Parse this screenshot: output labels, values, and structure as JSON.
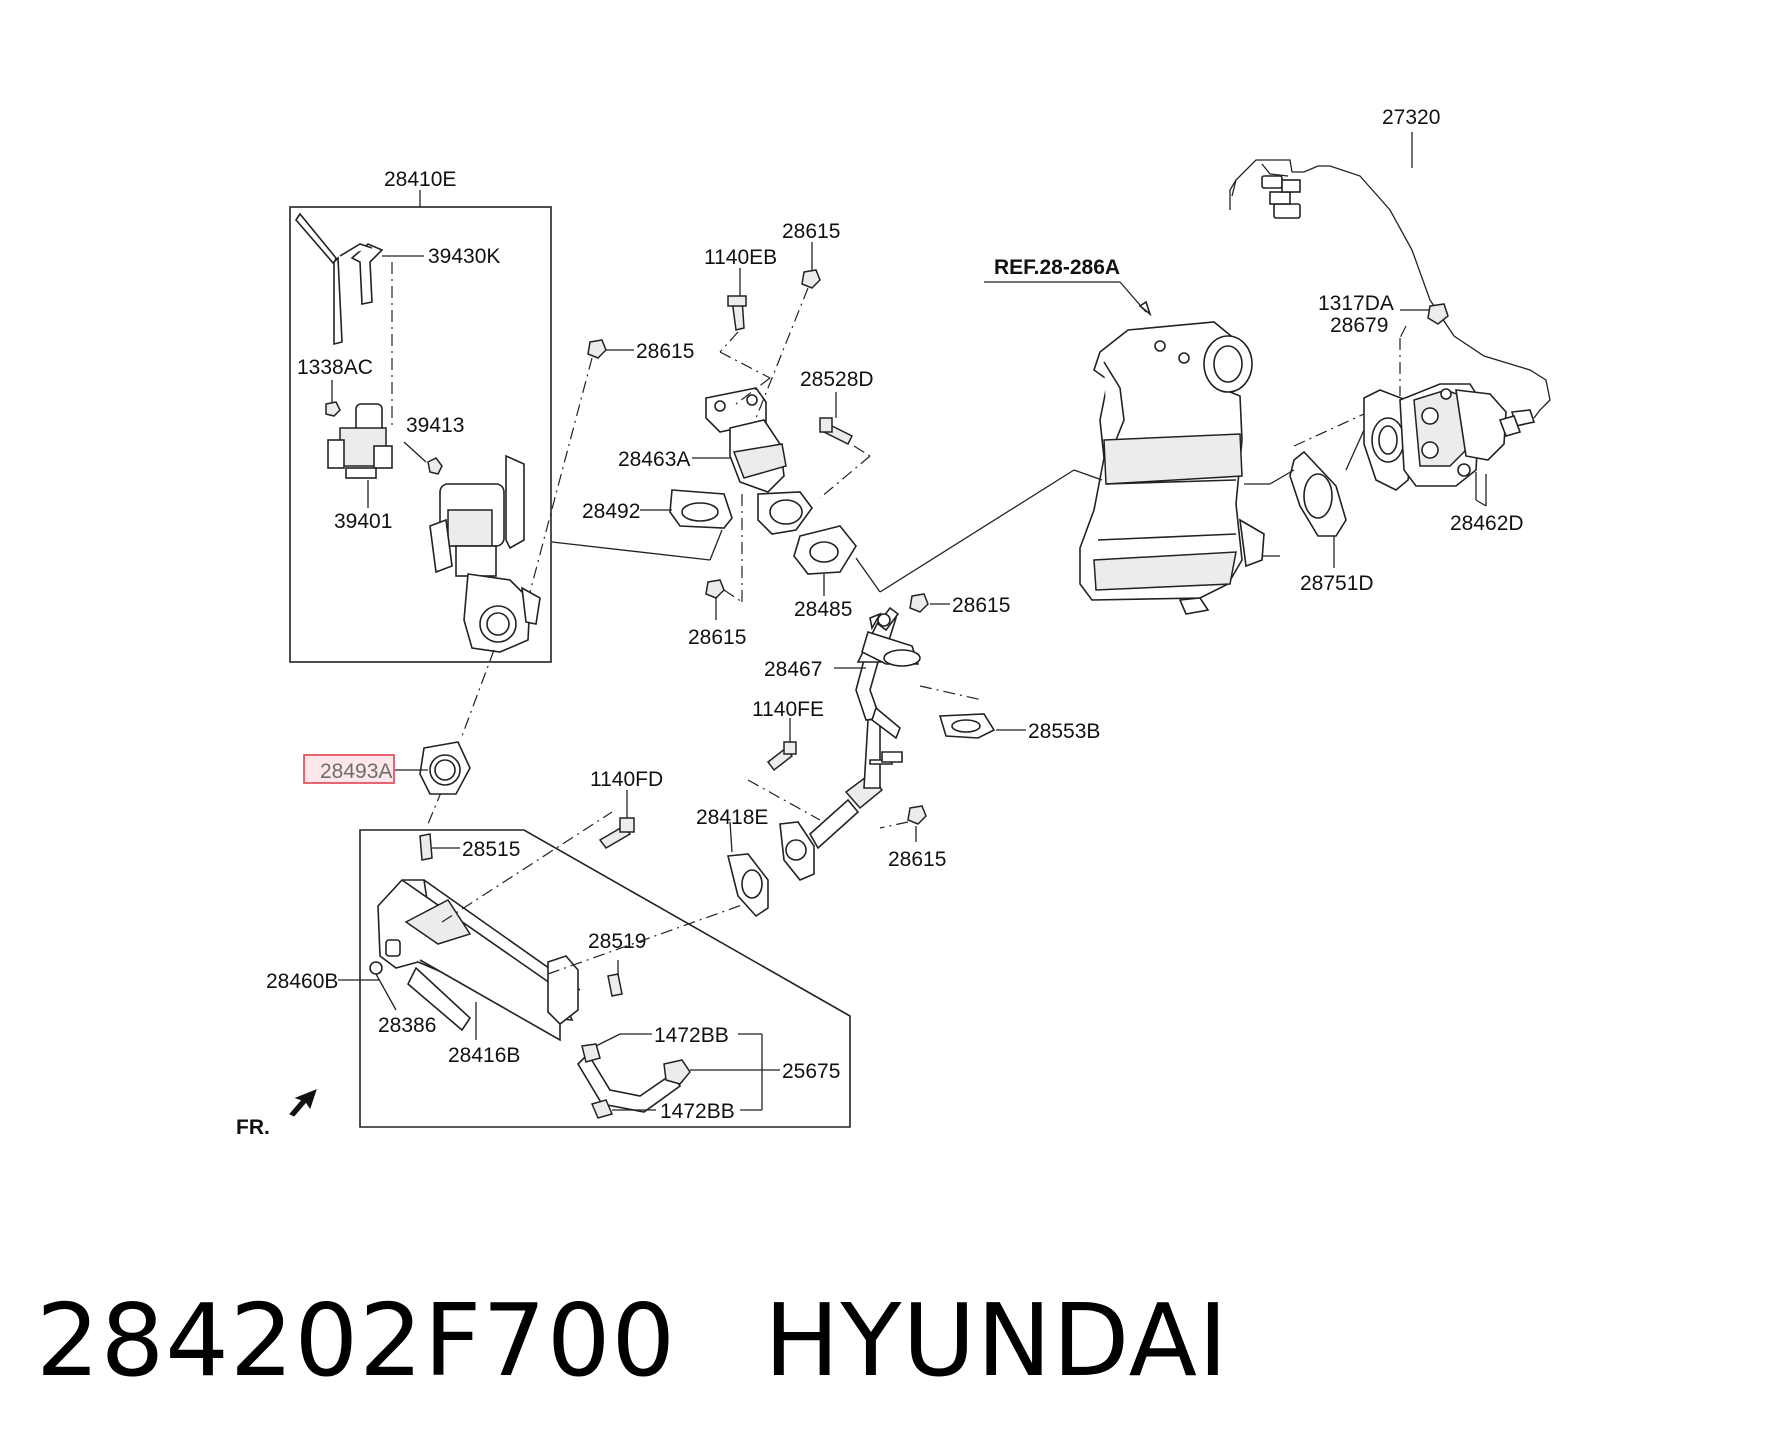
{
  "diagram": {
    "labels": {
      "p28410E": "28410E",
      "p39430K": "39430K",
      "p1338AC": "1338AC",
      "p39413": "39413",
      "p39401": "39401",
      "p28493A": "28493A",
      "p28515": "28515",
      "p28460B": "28460B",
      "p28386": "28386",
      "p28416B": "28416B",
      "p28519": "28519",
      "p1472BB_top": "1472BB",
      "p1472BB_bottom": "1472BB",
      "p25675": "25675",
      "p1140FD": "1140FD",
      "p28418E": "28418E",
      "p1140FE": "1140FE",
      "p28615_lowcenter": "28615",
      "p28467": "28467",
      "p28553B": "28553B",
      "p28615_midright": "28615",
      "p28485": "28485",
      "p28615_under_manifold": "28615",
      "p28492": "28492",
      "p28463A": "28463A",
      "p28528D": "28528D",
      "p1140EB": "1140EB",
      "p28615_top": "28615",
      "p28615_left": "28615",
      "ref28_286A": "REF.28-286A",
      "p27320": "27320",
      "p1317DA": "1317DA",
      "p28679": "28679",
      "p28462D": "28462D",
      "p28751D": "28751D",
      "front": "FR."
    },
    "highlighted_part": "28493A"
  },
  "footer": {
    "part_number": "284202F700",
    "brand": "HYUNDAI"
  }
}
